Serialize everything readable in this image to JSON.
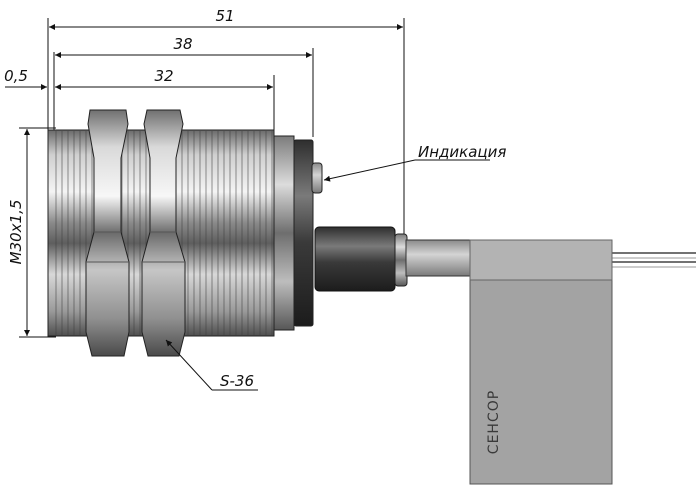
{
  "dimensions": {
    "overall_length": "51",
    "thread_length": "38",
    "body_length": "32",
    "gap": "0,5",
    "thread": "М30х1,5"
  },
  "callouts": {
    "indication": "Индикация",
    "wrench_size": "S-36"
  },
  "label": {
    "brand": "СЕНСОР"
  },
  "colors": {
    "metal_light": "#e9e9e9",
    "metal_dark": "#5a5a5a",
    "cable": "#9a9a9a",
    "label_tag": "#a3a3a3",
    "line": "#111111"
  }
}
